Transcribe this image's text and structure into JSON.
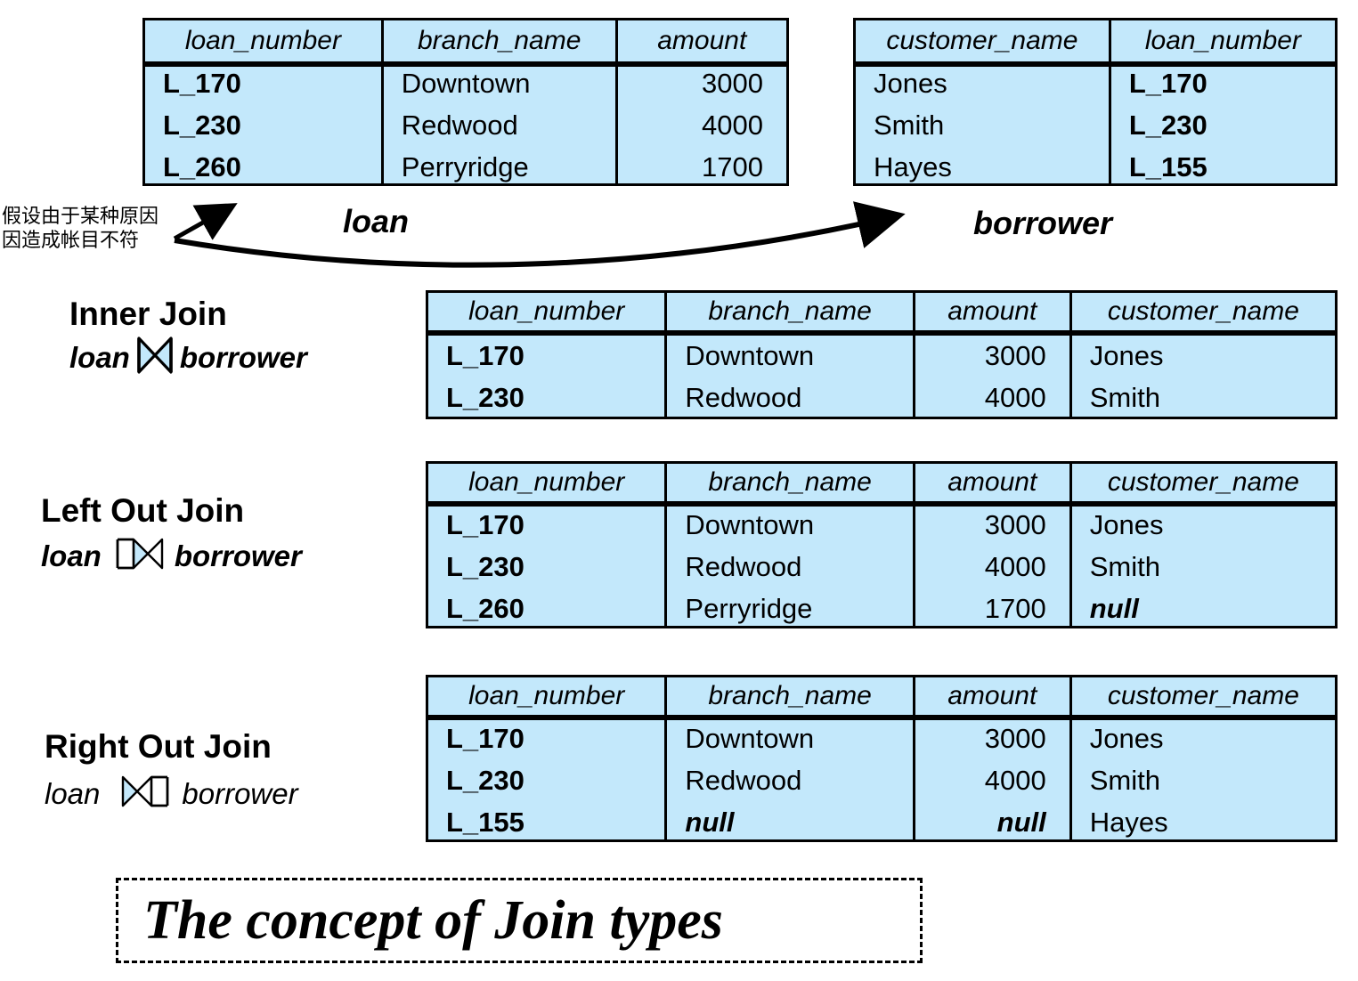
{
  "note": {
    "line1": "假设由于某种原因",
    "line2": "因造成帐目不符"
  },
  "colors": {
    "cell_bg": "#c3e8fb",
    "border": "#000000",
    "highlight_blue": "#0000ff",
    "highlight_magenta": "#ff00ff"
  },
  "tables": {
    "loan": {
      "caption": "loan",
      "columns": [
        "loan_number",
        "branch_name",
        "amount"
      ],
      "rows": [
        {
          "loan_number": "L_170",
          "branch_name": "Downtown",
          "amount": "3000"
        },
        {
          "loan_number": "L_230",
          "branch_name": "Redwood",
          "amount": "4000"
        },
        {
          "loan_number": "L_260",
          "branch_name": "Perryridge",
          "amount": "1700"
        }
      ]
    },
    "borrower": {
      "caption": "borrower",
      "columns": [
        "customer_name",
        "loan_number"
      ],
      "rows": [
        {
          "customer_name": "Jones",
          "loan_number": "L_170"
        },
        {
          "customer_name": "Smith",
          "loan_number": "L_230"
        },
        {
          "customer_name": "Hayes",
          "loan_number": "L_155"
        }
      ]
    },
    "inner_join": {
      "columns": [
        "loan_number",
        "branch_name",
        "amount",
        "customer_name"
      ],
      "rows": [
        {
          "loan_number": "L_170",
          "branch_name": "Downtown",
          "amount": "3000",
          "customer_name": "Jones"
        },
        {
          "loan_number": "L_230",
          "branch_name": "Redwood",
          "amount": "4000",
          "customer_name": "Smith"
        }
      ]
    },
    "left_out_join": {
      "columns": [
        "loan_number",
        "branch_name",
        "amount",
        "customer_name"
      ],
      "rows": [
        {
          "loan_number": "L_170",
          "branch_name": "Downtown",
          "amount": "3000",
          "customer_name": "Jones"
        },
        {
          "loan_number": "L_230",
          "branch_name": "Redwood",
          "amount": "4000",
          "customer_name": "Smith"
        },
        {
          "loan_number": "L_260",
          "branch_name": "Perryridge",
          "amount": "1700",
          "customer_name": "null"
        }
      ]
    },
    "right_out_join": {
      "columns": [
        "loan_number",
        "branch_name",
        "amount",
        "customer_name"
      ],
      "rows": [
        {
          "loan_number": "L_170",
          "branch_name": "Downtown",
          "amount": "3000",
          "customer_name": "Jones"
        },
        {
          "loan_number": "L_230",
          "branch_name": "Redwood",
          "amount": "4000",
          "customer_name": "Smith"
        },
        {
          "loan_number": "L_155",
          "branch_name": "null",
          "amount": "null",
          "customer_name": "Hayes"
        }
      ]
    }
  },
  "joins": {
    "inner": {
      "title": "Inner Join",
      "left_operand": "loan",
      "symbol": "bowtie-icon",
      "right_operand": "borrower"
    },
    "left_out": {
      "title": "Left Out Join",
      "left_operand": "loan",
      "symbol": "left-outer-bowtie-icon",
      "right_operand": "borrower"
    },
    "right_out": {
      "title": "Right Out Join",
      "left_operand": "loan",
      "symbol": "right-outer-bowtie-icon",
      "right_operand": "borrower"
    }
  },
  "footer": {
    "title": "The concept of Join types"
  }
}
